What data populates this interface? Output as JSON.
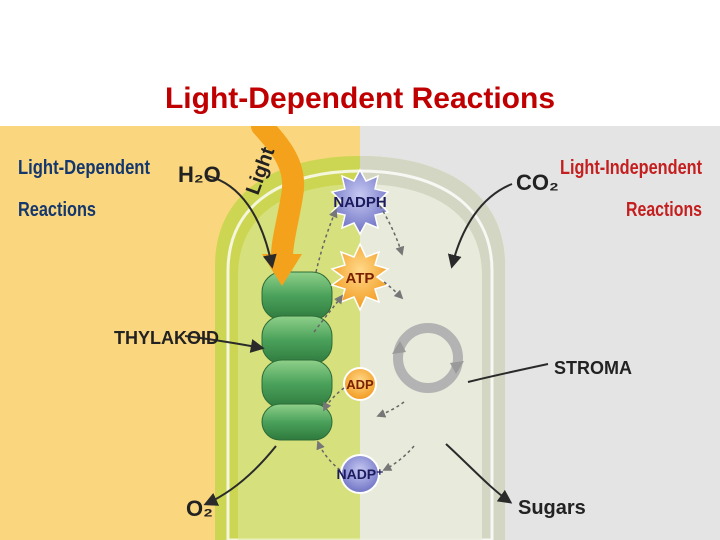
{
  "title": "Light-Dependent Reactions",
  "diagram": {
    "left_heading": [
      "Light-Dependent",
      "Reactions"
    ],
    "right_heading": [
      "Light-Independent",
      "Reactions"
    ],
    "inputs": {
      "water": "H₂O",
      "light": "Light",
      "co2": "CO₂"
    },
    "outputs": {
      "oxygen": "O₂",
      "sugars": "Sugars"
    },
    "structures": {
      "thylakoid": "THYLAKOID",
      "stroma": "STROMA"
    },
    "carriers": {
      "nadph": "NADPH",
      "atp": "ATP",
      "adp": "ADP",
      "nadp": "NADP⁺"
    },
    "colors": {
      "left_bg": "#fad77e",
      "right_bg": "#e4e4e4",
      "heading_left": "#14376e",
      "heading_right": "#c41e1e",
      "chloroplast": "#c3d64a",
      "thylakoid": "#4aa15a",
      "light_arrow": "#f4a21b"
    }
  }
}
